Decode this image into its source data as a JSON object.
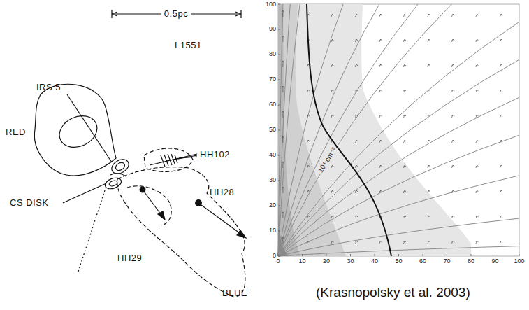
{
  "diagram": {
    "caption": "(Krasnopolsky et al. 2003)",
    "labels": [
      "0.5pc",
      "L1551",
      "IRS 5",
      "RED",
      "CS DISK",
      "HH102",
      "HH28",
      "HH29",
      "BLUE",
      "100",
      "90",
      "80",
      "70",
      "60",
      "50",
      "40",
      "30",
      "20",
      "10",
      "0",
      "0",
      "10",
      "20",
      "30",
      "40",
      "50",
      "60",
      "70",
      "80",
      "90",
      "100",
      "10⁴ cm⁻³"
    ]
  }
}
